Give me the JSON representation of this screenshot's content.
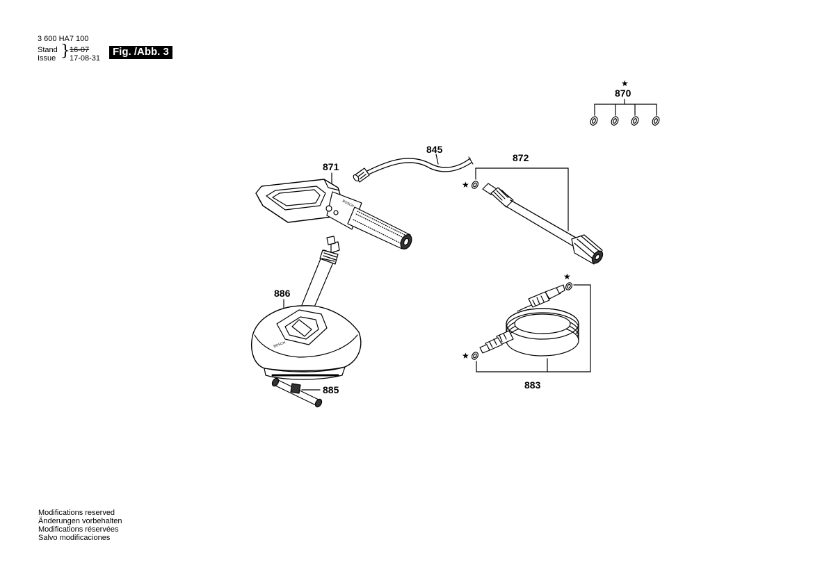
{
  "header": {
    "doc_number": "3 600 HA7 100",
    "stand_label": "Stand",
    "issue_label": "Issue",
    "stand_date": "16-07",
    "issue_date": "17-08-31",
    "figure_label": "Fig. /Abb. 3"
  },
  "parts": {
    "p870": "870",
    "p845": "845",
    "p871": "871",
    "p872": "872",
    "p886": "886",
    "p885": "885",
    "p883": "883",
    "star_symbol": "★"
  },
  "footer": {
    "line1": "Modifications reserved",
    "line2": "Änderungen vorbehalten",
    "line3": "Modifications réservées",
    "line4": "Salvo modificaciones"
  },
  "colors": {
    "line": "#000000",
    "fill_light": "#ffffff",
    "fill_grey": "#d9d9d9",
    "fill_dark": "#333333"
  }
}
